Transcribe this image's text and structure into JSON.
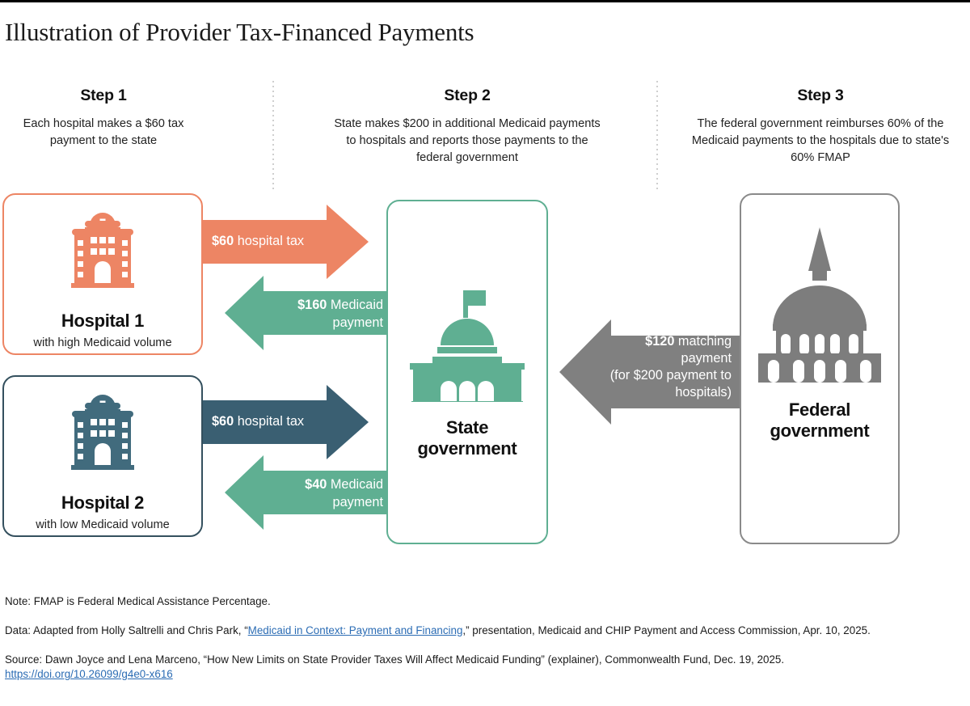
{
  "title": "Illustration of Provider Tax-Financed Payments",
  "colors": {
    "orange": "#ED8564",
    "green": "#5FAF92",
    "navy": "#3A5F72",
    "navy_dark": "#34505E",
    "gray": "#808080",
    "link": "#2b6cb4"
  },
  "steps": [
    {
      "title": "Step 1",
      "desc": "Each hospital makes a $60 tax payment to the state"
    },
    {
      "title": "Step 2",
      "desc": "State makes $200 in additional Medicaid payments to hospitals and reports those payments to the federal government"
    },
    {
      "title": "Step 3",
      "desc": "The federal government reimburses 60% of the Medicaid payments to the hospitals due to state's 60% FMAP"
    }
  ],
  "entities": {
    "hospital1": {
      "title": "Hospital 1",
      "sub": "with high Medicaid volume",
      "icon": "hospital-icon"
    },
    "hospital2": {
      "title": "Hospital 2",
      "sub": "with low Medicaid volume",
      "icon": "hospital-icon"
    },
    "state": {
      "title_line1": "State",
      "title_line2": "government",
      "icon": "state-capitol-icon"
    },
    "federal": {
      "title_line1": "Federal",
      "title_line2": "government",
      "icon": "us-capitol-icon"
    }
  },
  "flows": [
    {
      "id": "hospital1-tax",
      "amount": "$60",
      "text": " hospital tax",
      "direction": "right",
      "color": "#ED8564"
    },
    {
      "id": "hospital1-medicaid",
      "amount": "$160",
      "text": " Medicaid payment",
      "direction": "left",
      "color": "#5FAF92"
    },
    {
      "id": "hospital2-tax",
      "amount": "$60",
      "text": " hospital tax",
      "direction": "right",
      "color": "#3A5F72"
    },
    {
      "id": "hospital2-medicaid",
      "amount": "$40",
      "text": " Medicaid payment",
      "direction": "left",
      "color": "#5FAF92"
    },
    {
      "id": "federal-matching",
      "amount": "$120",
      "text": " matching payment",
      "detail": "(for $200 payment to hospitals)",
      "direction": "left",
      "color": "#808080"
    }
  ],
  "footer": {
    "note": "Note: FMAP is Federal Medical Assistance Percentage.",
    "data_prefix": "Data: Adapted from Holly Saltrelli and Chris Park, “",
    "data_link": "Medicaid in Context: Payment and Financing",
    "data_suffix": ",” presentation, Medicaid and CHIP Payment and Access Commission, Apr. 10, 2025.",
    "source": "Source: Dawn Joyce and Lena Marceno, “How New Limits on State Provider Taxes Will Affect Medicaid Funding” (explainer), Commonwealth Fund, Dec. 19, 2025.",
    "doi": "https://doi.org/10.26099/g4e0-x616"
  }
}
